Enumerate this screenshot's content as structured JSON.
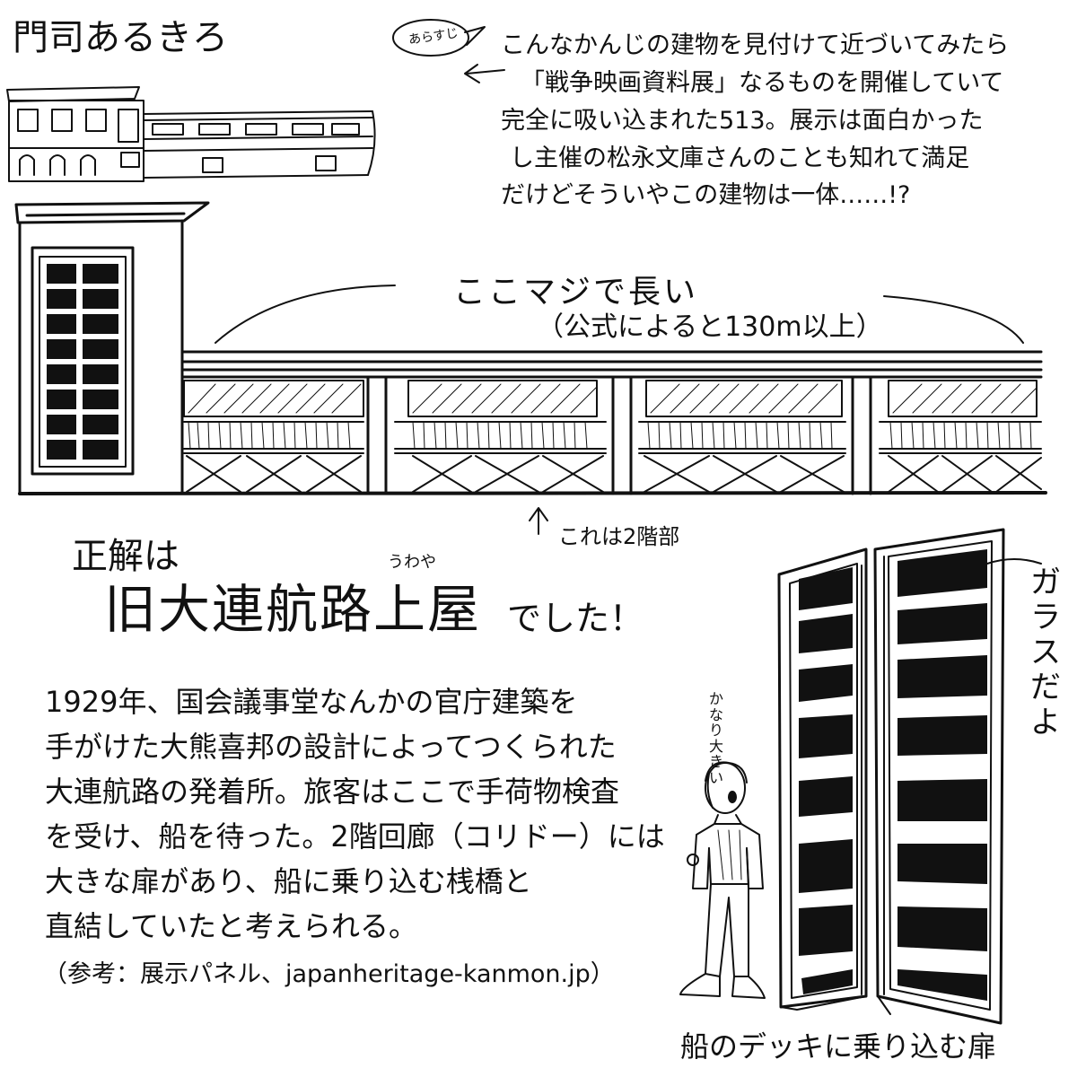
{
  "title": "門司あるきろ",
  "bubble_label": "あらすじ",
  "intro_lines": [
    "こんなかんじの建物を見付けて近づいてみたら",
    "「戦争映画資料展」なるものを開催していて",
    "完全に吸い込まれた513。展示は面白かった",
    "し主催の松永文庫さんのことも知れて満足",
    "だけどそういやこの建物は一体……!?"
  ],
  "long_note": "ここマジで長い",
  "long_note_sub": "（公式によると130m以上）",
  "floor_note": "これは2階部",
  "answer_prefix": "正解は",
  "answer_ruby": "うわや",
  "answer_name": "旧大連航路上屋",
  "answer_suffix": "でした！",
  "body_lines": [
    "1929年、国会議事堂なんかの官庁建築を",
    "手がけた大熊喜邦の設計によってつくられた",
    "大連航路の発着所。旅客はここで手荷物検査",
    "を受け、船を待った。2階回廊（コリドー）には",
    "大きな扉があり、船に乗り込む桟橋と",
    "直結していたと考えられる。"
  ],
  "reference": "（参考：展示パネル、japanheritage-kanmon.jp）",
  "glass_note": "ガラスだよ",
  "big_note": "かなり大きい",
  "door_caption": "船のデッキに乗り込む扉"
}
